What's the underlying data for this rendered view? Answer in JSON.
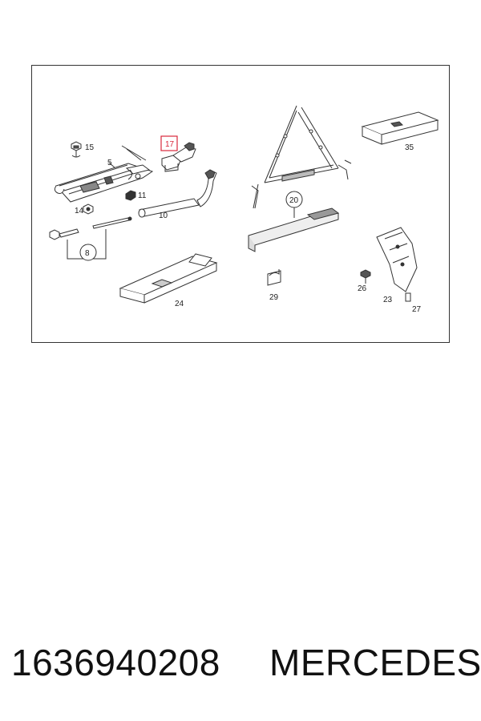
{
  "diagram": {
    "callouts": {
      "c15": "15",
      "c5": "5",
      "c17": "17",
      "c11": "11",
      "c14": "14",
      "c10": "10",
      "c8": "8",
      "c20": "20",
      "c35": "35",
      "c24": "24",
      "c29": "29",
      "c26": "26",
      "c23": "23",
      "c27": "27"
    },
    "highlight_color": "#d8283c"
  },
  "caption": {
    "part_number": "1636940208",
    "brand": "MERCEDES"
  }
}
